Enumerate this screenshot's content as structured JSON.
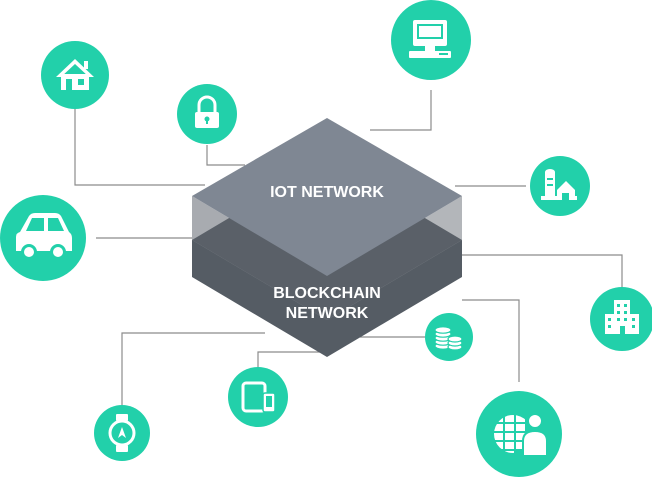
{
  "diagram": {
    "layers": {
      "top_label": "IOT NETWORK",
      "bottom_label_line1": "BLOCKCHAIN",
      "bottom_label_line2": "NETWORK"
    },
    "colors": {
      "node": "#22d0aa",
      "icon": "#ffffff",
      "connector": "#8c8c8c",
      "iot_top": "#7f8793",
      "iot_side_left": "#a8abb0",
      "iot_side_right": "#b3b6ba",
      "blockchain_top": "#5a6068",
      "blockchain_bottom": "#555c64",
      "label": "#ffffff"
    },
    "devices": [
      {
        "id": "house",
        "icon": "house-icon"
      },
      {
        "id": "lock",
        "icon": "lock-icon"
      },
      {
        "id": "computer",
        "icon": "desktop-computer-icon"
      },
      {
        "id": "factory",
        "icon": "factory-icon"
      },
      {
        "id": "car",
        "icon": "car-icon"
      },
      {
        "id": "office",
        "icon": "office-building-icon"
      },
      {
        "id": "coins",
        "icon": "coins-stack-icon"
      },
      {
        "id": "tablet-phone",
        "icon": "tablet-phone-icon"
      },
      {
        "id": "watch",
        "icon": "smartwatch-icon"
      },
      {
        "id": "globe-person",
        "icon": "globe-person-icon"
      }
    ]
  }
}
